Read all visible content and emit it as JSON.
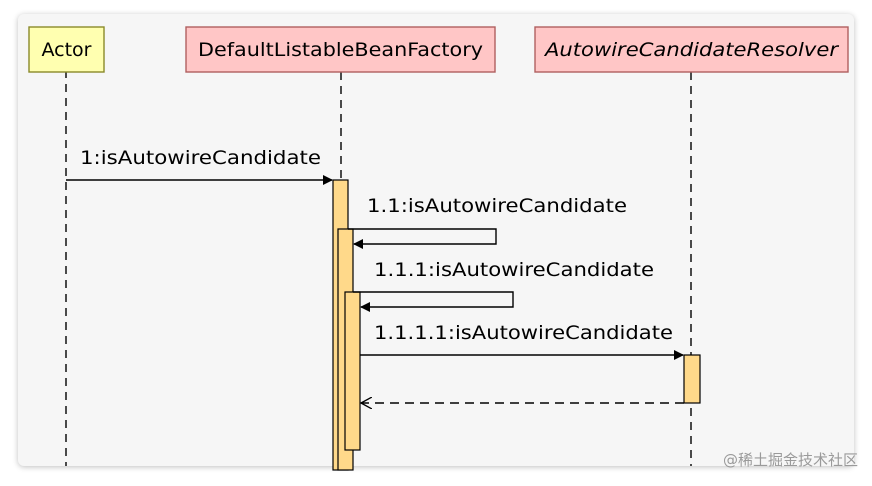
{
  "participants": [
    {
      "id": "actor",
      "label": "Actor",
      "style": "actor",
      "fill": "#ffffb0",
      "stroke": "#8a8a2a"
    },
    {
      "id": "factory",
      "label": "DefaultListableBeanFactory",
      "style": "class",
      "fill": "#ffc6c6",
      "stroke": "#b06060"
    },
    {
      "id": "resolver",
      "label": "AutowireCandidateResolver",
      "style": "interface",
      "fill": "#ffc6c6",
      "stroke": "#b06060"
    }
  ],
  "messages": [
    {
      "label": "1:isAutowireCandidate",
      "from": "actor",
      "to": "factory",
      "kind": "call"
    },
    {
      "label": "1.1:isAutowireCandidate",
      "from": "factory",
      "to": "factory",
      "kind": "self"
    },
    {
      "label": "1.1.1:isAutowireCandidate",
      "from": "factory",
      "to": "factory",
      "kind": "self"
    },
    {
      "label": "1.1.1.1:isAutowireCandidate",
      "from": "factory",
      "to": "resolver",
      "kind": "call"
    },
    {
      "label": "",
      "from": "resolver",
      "to": "factory",
      "kind": "return"
    }
  ],
  "colors": {
    "activation_fill": "#ffd98a",
    "activation_stroke": "#000000",
    "lifeline": "#000000",
    "panel_bg": "#f6f6f6"
  },
  "watermark": "@稀土掘金技术社区"
}
